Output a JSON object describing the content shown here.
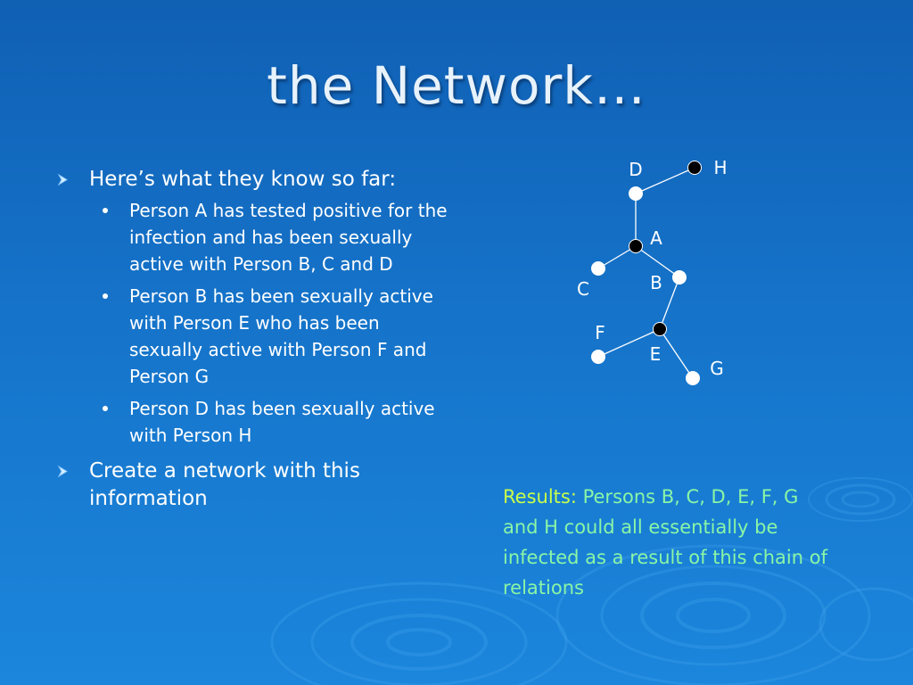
{
  "slide": {
    "title": "the Network…"
  },
  "bullets": [
    {
      "text": "Here’s what they know so far:",
      "children": [
        "Person A has tested positive for the infection and has been sexually active with Person B, C and D",
        "Person B has been sexually active with Person E who has been sexually active with Person F and Person G",
        "Person D has been sexually active with Person H"
      ]
    },
    {
      "text": "Create a network with this information",
      "children": []
    }
  ],
  "network": {
    "nodes": [
      {
        "id": "D",
        "label": "D",
        "filled": false
      },
      {
        "id": "H",
        "label": "H",
        "filled": true
      },
      {
        "id": "A",
        "label": "A",
        "filled": true
      },
      {
        "id": "C",
        "label": "C",
        "filled": false
      },
      {
        "id": "B",
        "label": "B",
        "filled": false
      },
      {
        "id": "E",
        "label": "E",
        "filled": true
      },
      {
        "id": "F",
        "label": "F",
        "filled": false
      },
      {
        "id": "G",
        "label": "G",
        "filled": false
      }
    ],
    "edges": [
      [
        "D",
        "H"
      ],
      [
        "D",
        "A"
      ],
      [
        "A",
        "C"
      ],
      [
        "A",
        "B"
      ],
      [
        "B",
        "E"
      ],
      [
        "E",
        "F"
      ],
      [
        "E",
        "G"
      ]
    ]
  },
  "results": {
    "label": "Results:",
    "text": "Persons B, C, D, E, F, G and H could all essentially be infected as a result of this chain of relations"
  },
  "colors": {
    "background": "#1573c9",
    "results_text": "#8af5a6",
    "results_label": "#c8ff4a",
    "node_filled": "#000000",
    "node_open": "#ffffff"
  }
}
